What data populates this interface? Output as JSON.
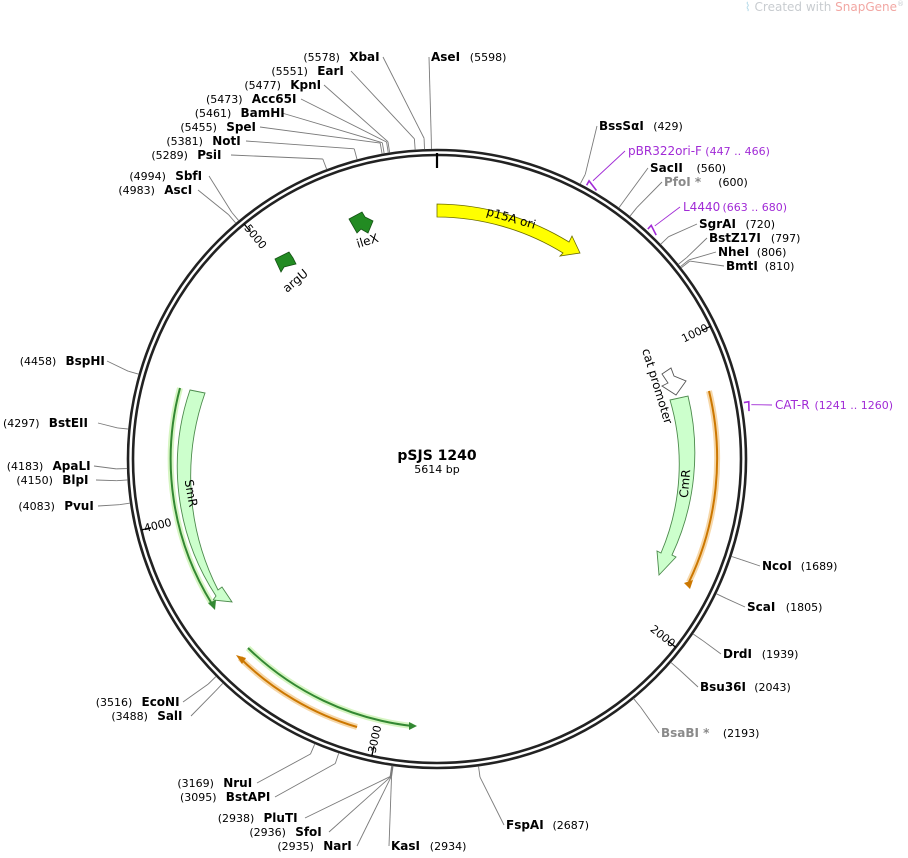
{
  "brand": {
    "prefix": "Created with ",
    "name": "SnapGene",
    "mark": "®"
  },
  "plasmid": {
    "name": "pSJS 1240",
    "size_label": "5614 bp",
    "length": 5614
  },
  "colors": {
    "ori": "#ffff00",
    "resistance": "#ccffcc",
    "trna": "#228b22",
    "promoter": "#ffffff",
    "orf_orange": "#cc7700",
    "orf_green": "#338833",
    "primer": "#a12bd6"
  },
  "ticks": [
    {
      "label": "1000",
      "pos": 1000
    },
    {
      "label": "2000",
      "pos": 2000
    },
    {
      "label": "3000",
      "pos": 3000
    },
    {
      "label": "4000",
      "pos": 4000
    },
    {
      "label": "5000",
      "pos": 5000
    }
  ],
  "sites": [
    {
      "name": "AseI",
      "pos_label": "(5598)",
      "pos": 5598,
      "side": "right",
      "grey": false
    },
    {
      "name": "XbaI",
      "pos_label": "(5578)",
      "pos": 5578,
      "side": "left",
      "grey": false
    },
    {
      "name": "EarI",
      "pos_label": "(5551)",
      "pos": 5551,
      "side": "left",
      "grey": false
    },
    {
      "name": "KpnI",
      "pos_label": "(5477)",
      "pos": 5477,
      "side": "left",
      "grey": false
    },
    {
      "name": "Acc65I",
      "pos_label": "(5473)",
      "pos": 5473,
      "side": "left",
      "grey": false
    },
    {
      "name": "BamHI",
      "pos_label": "(5461)",
      "pos": 5461,
      "side": "left",
      "grey": false
    },
    {
      "name": "SpeI",
      "pos_label": "(5455)",
      "pos": 5455,
      "side": "left",
      "grey": false
    },
    {
      "name": "NotI",
      "pos_label": "(5381)",
      "pos": 5381,
      "side": "left",
      "grey": false
    },
    {
      "name": "PsiI",
      "pos_label": "(5289)",
      "pos": 5289,
      "side": "left",
      "grey": false
    },
    {
      "name": "SbfI",
      "pos_label": "(4994)",
      "pos": 4994,
      "side": "left",
      "grey": false
    },
    {
      "name": "AscI",
      "pos_label": "(4983)",
      "pos": 4983,
      "side": "left",
      "grey": false
    },
    {
      "name": "BssSαI",
      "pos_label": "(429)",
      "pos": 429,
      "side": "right",
      "grey": false
    },
    {
      "name": "SacII",
      "pos_label": "(560)",
      "pos": 560,
      "side": "right",
      "grey": false
    },
    {
      "name": "PfoI *",
      "pos_label": "(600)",
      "pos": 600,
      "side": "right",
      "grey": true
    },
    {
      "name": "SgrAI",
      "pos_label": "(720)",
      "pos": 720,
      "side": "right",
      "grey": false
    },
    {
      "name": "BstZ17I",
      "pos_label": "(797)",
      "pos": 797,
      "side": "right",
      "grey": false
    },
    {
      "name": "NheI",
      "pos_label": "(806)",
      "pos": 806,
      "side": "right",
      "grey": false
    },
    {
      "name": "BmtI",
      "pos_label": "(810)",
      "pos": 810,
      "side": "right",
      "grey": false
    },
    {
      "name": "NcoI",
      "pos_label": "(1689)",
      "pos": 1689,
      "side": "right",
      "grey": false
    },
    {
      "name": "ScaI",
      "pos_label": "(1805)",
      "pos": 1805,
      "side": "right",
      "grey": false
    },
    {
      "name": "DrdI",
      "pos_label": "(1939)",
      "pos": 1939,
      "side": "right",
      "grey": false
    },
    {
      "name": "Bsu36I",
      "pos_label": "(2043)",
      "pos": 2043,
      "side": "right",
      "grey": false
    },
    {
      "name": "BsaBI *",
      "pos_label": "(2193)",
      "pos": 2193,
      "side": "right",
      "grey": true
    },
    {
      "name": "FspAI",
      "pos_label": "(2687)",
      "pos": 2687,
      "side": "right",
      "grey": false
    },
    {
      "name": "KasI",
      "pos_label": "(2934)",
      "pos": 2934,
      "side": "right",
      "grey": false
    },
    {
      "name": "NarI",
      "pos_label": "(2935)",
      "pos": 2935,
      "side": "left",
      "grey": false
    },
    {
      "name": "SfoI",
      "pos_label": "(2936)",
      "pos": 2936,
      "side": "left",
      "grey": false
    },
    {
      "name": "PluTI",
      "pos_label": "(2938)",
      "pos": 2938,
      "side": "left",
      "grey": false
    },
    {
      "name": "BstAPI",
      "pos_label": "(3095)",
      "pos": 3095,
      "side": "left",
      "grey": false
    },
    {
      "name": "NruI",
      "pos_label": "(3169)",
      "pos": 3169,
      "side": "left",
      "grey": false
    },
    {
      "name": "SalI",
      "pos_label": "(3488)",
      "pos": 3488,
      "side": "left",
      "grey": false
    },
    {
      "name": "EcoNI",
      "pos_label": "(3516)",
      "pos": 3516,
      "side": "left",
      "grey": false
    },
    {
      "name": "PvuI",
      "pos_label": "(4083)",
      "pos": 4083,
      "side": "left",
      "grey": false
    },
    {
      "name": "BlpI",
      "pos_label": "(4150)",
      "pos": 4150,
      "side": "left",
      "grey": false
    },
    {
      "name": "ApaLI",
      "pos_label": "(4183)",
      "pos": 4183,
      "side": "left",
      "grey": false
    },
    {
      "name": "BstEII",
      "pos_label": "(4297)",
      "pos": 4297,
      "side": "left",
      "grey": false
    },
    {
      "name": "BspHI",
      "pos_label": "(4458)",
      "pos": 4458,
      "side": "left",
      "grey": false
    }
  ],
  "primers": [
    {
      "name": "pBR322ori-F",
      "range_label": "(447 .. 466)",
      "start": 447,
      "end": 466
    },
    {
      "name": "L4440",
      "range_label": "(663 .. 680)",
      "start": 663,
      "end": 680
    },
    {
      "name": "CAT-R",
      "range_label": "(1241 .. 1260)",
      "start": 1241,
      "end": 1260
    }
  ],
  "features": [
    {
      "name": "p15A ori",
      "type": "ori"
    },
    {
      "name": "cat promoter",
      "type": "promoter"
    },
    {
      "name": "CmR",
      "type": "resistance"
    },
    {
      "name": "SmR",
      "type": "resistance"
    },
    {
      "name": "ileX",
      "type": "trna"
    },
    {
      "name": "argU",
      "type": "trna"
    }
  ]
}
